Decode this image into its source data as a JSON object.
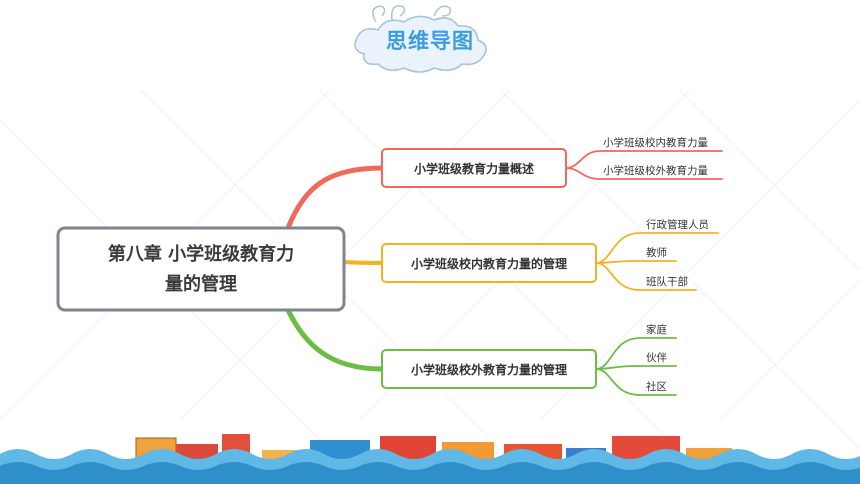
{
  "header": {
    "title": "思维导图"
  },
  "mindmap": {
    "root": {
      "line1": "第八章  小学班级教育力",
      "line2": "量的管理"
    },
    "branches": [
      {
        "label": "小学班级教育力量概述",
        "color": "#ef6a5a",
        "children": [
          "小学班级校内教育力量",
          "小学班级校外教育力量"
        ]
      },
      {
        "label": "小学班级校内教育力量的管理",
        "color": "#f4b223",
        "children": [
          "行政管理人员",
          "教师",
          "班队干部"
        ]
      },
      {
        "label": "小学班级校外教育力量的管理",
        "color": "#6cbd45",
        "children": [
          "家庭",
          "伙伴",
          "社区"
        ]
      }
    ]
  },
  "colors": {
    "title_blue": "#3a9de0",
    "root_border": "#7d8590"
  }
}
